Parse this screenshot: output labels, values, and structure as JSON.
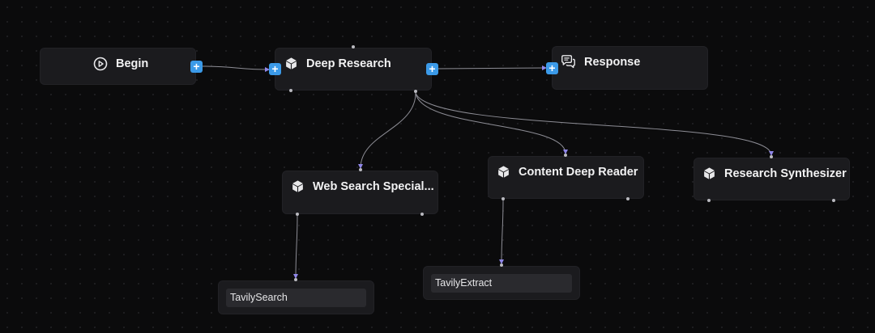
{
  "nodes": {
    "begin": {
      "label": "Begin",
      "icon": "play-circle-icon"
    },
    "deep_research": {
      "label": "Deep Research",
      "icon": "cube-icon"
    },
    "response": {
      "label": "Response",
      "icon": "chat-bubbles-icon"
    },
    "web_search": {
      "label": "Web Search Special...",
      "icon": "cube-icon"
    },
    "content_reader": {
      "label": "Content Deep Reader",
      "icon": "cube-icon"
    },
    "synthesizer": {
      "label": "Research Synthesizer",
      "icon": "cube-icon"
    }
  },
  "tools": {
    "tavily_search": "TavilySearch",
    "tavily_extract": "TavilyExtract"
  },
  "edges": [
    {
      "from": "begin",
      "to": "deep_research"
    },
    {
      "from": "deep_research",
      "to": "response"
    },
    {
      "from": "deep_research",
      "to": "web_search"
    },
    {
      "from": "deep_research",
      "to": "content_reader"
    },
    {
      "from": "deep_research",
      "to": "synthesizer"
    },
    {
      "from": "web_search",
      "to": "tavily_search"
    },
    {
      "from": "content_reader",
      "to": "tavily_extract"
    }
  ],
  "colors": {
    "background": "#0b0b0c",
    "node": "#1b1b1e",
    "handle": "#3b9ae8",
    "edge": "#8d8d95",
    "arrow": "#8f86e8"
  }
}
